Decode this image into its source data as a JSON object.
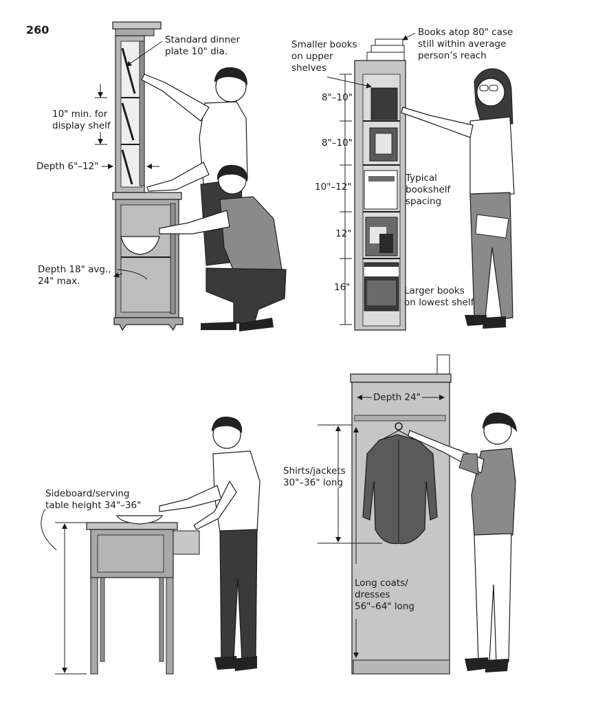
{
  "page_number": "260",
  "panel_cabinet": {
    "plate_label": "Standard dinner\nplate 10\" dia.",
    "display_shelf_label": "10\" min. for\ndisplay shelf",
    "upper_depth_label": "Depth 6\"–12\"",
    "lower_depth_label": "Depth 18\" avg.,\n24\" max."
  },
  "panel_bookcase": {
    "smaller_books_label": "Smaller books\non upper\nshelves",
    "atop_label": "Books atop 80\" case\nstill within average\nperson’s reach",
    "shelf_spacings": [
      "8\"–10\"",
      "8\"–10\"",
      "10\"–12\"",
      "12\"",
      "16\""
    ],
    "typical_label": "Typical\nbookshelf\nspacing",
    "larger_books_label": "Larger books\non lowest shelf"
  },
  "panel_sideboard": {
    "height_label": "Sideboard/serving\ntable height 34\"–36\""
  },
  "panel_closet": {
    "depth_label": "Depth 24\"",
    "shirts_label": "Shirts/jackets\n30\"–36\" long",
    "coats_label": "Long coats/\ndresses\n56\"–64\" long"
  },
  "colors": {
    "ink": "#1a1a1a",
    "cabinet_fill": "#a8a8a8",
    "cabinet_light": "#c6c6c6",
    "dark_fabric": "#3a3a3a",
    "mid_fabric": "#8a8a8a",
    "skin": "#ffffff"
  }
}
